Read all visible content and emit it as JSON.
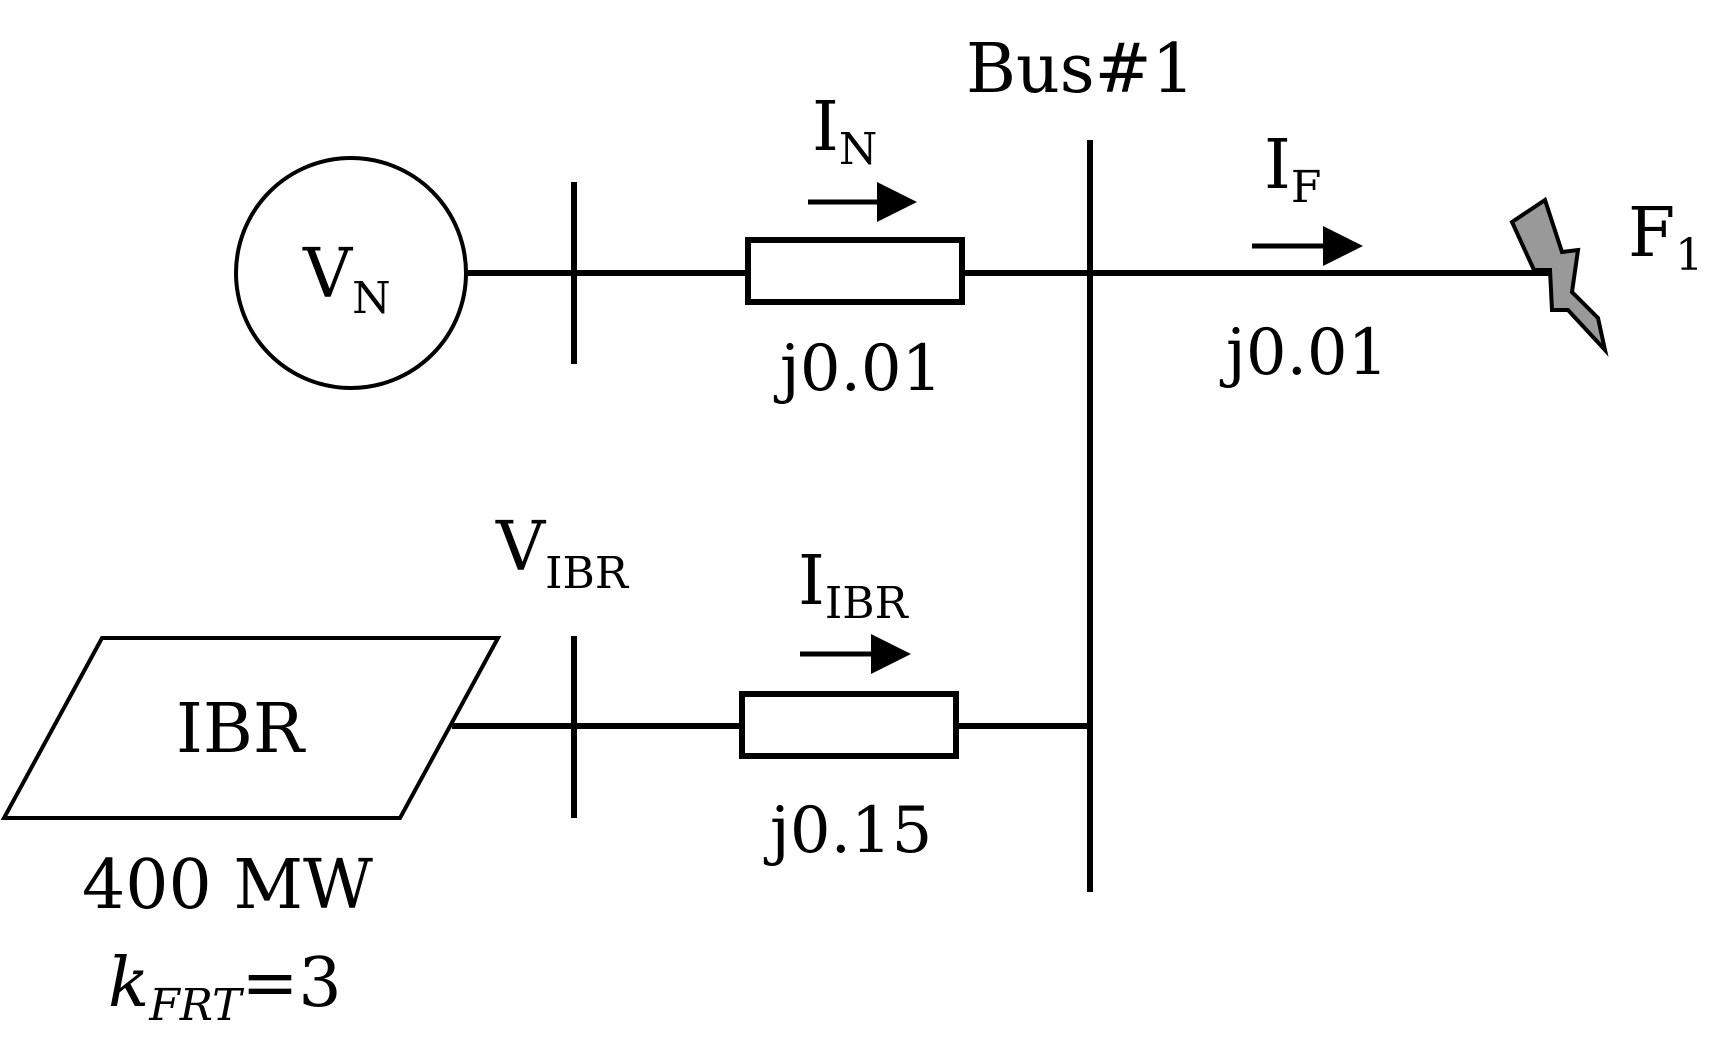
{
  "source": {
    "symbol_main": "V",
    "symbol_sub": "N"
  },
  "bus1": {
    "label": "Bus#1"
  },
  "currents": {
    "grid": {
      "main": "I",
      "sub": "N"
    },
    "fault": {
      "main": "I",
      "sub": "F"
    },
    "ibr": {
      "main": "I",
      "sub": "IBR"
    }
  },
  "impedances": {
    "grid_line": "j0.01",
    "fault_line": "j0.01",
    "ibr_line": "j0.15"
  },
  "fault": {
    "main": "F",
    "sub": "1",
    "color": "#999999"
  },
  "ibr_bus": {
    "main": "V",
    "sub": "IBR"
  },
  "ibr_unit": {
    "label": "IBR",
    "rating": "400 MW",
    "kfrt_main": "k",
    "kfrt_sub": "FRT",
    "kfrt_value": "=3"
  }
}
